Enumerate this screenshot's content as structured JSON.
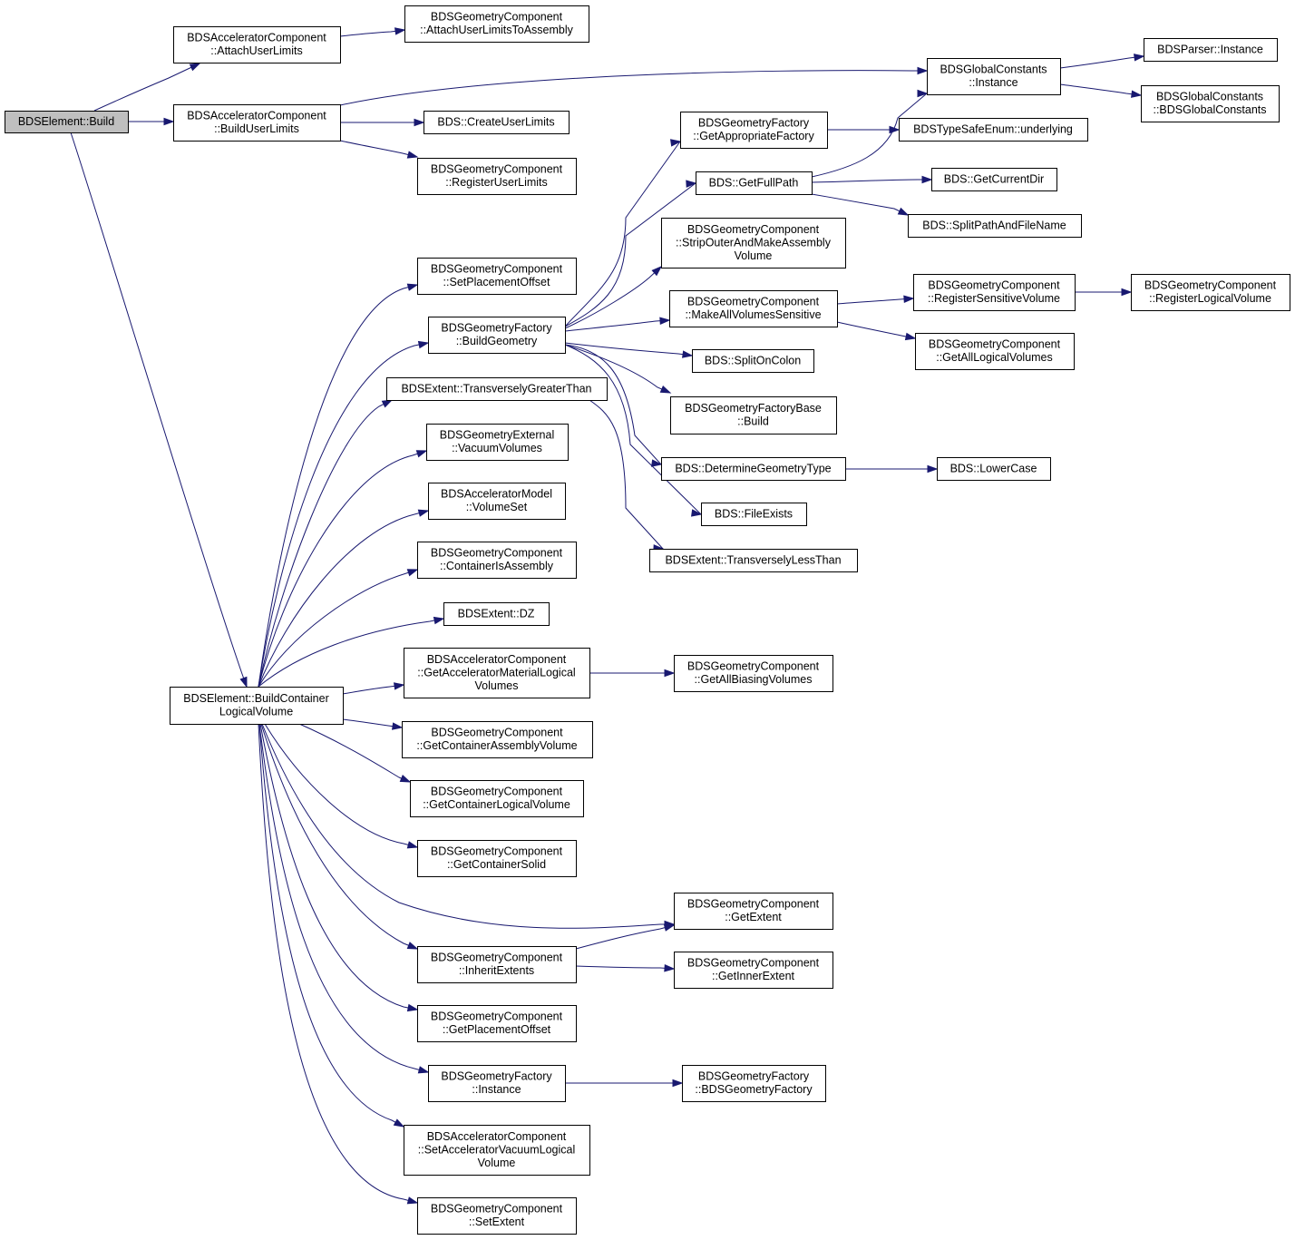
{
  "diagram": {
    "nodes": [
      {
        "id": "n0",
        "lines": [
          "BDSElement::Build"
        ],
        "root": true
      },
      {
        "id": "n1",
        "lines": [
          "BDSAcceleratorComponent",
          "::AttachUserLimits"
        ]
      },
      {
        "id": "n2",
        "lines": [
          "BDSAcceleratorComponent",
          "::BuildUserLimits"
        ]
      },
      {
        "id": "n3",
        "lines": [
          "BDSElement::BuildContainer",
          "LogicalVolume"
        ]
      },
      {
        "id": "n4",
        "lines": [
          "BDSGeometryComponent",
          "::AttachUserLimitsToAssembly"
        ]
      },
      {
        "id": "n5",
        "lines": [
          "BDSGlobalConstants",
          "::Instance"
        ]
      },
      {
        "id": "n6",
        "lines": [
          "BDS::CreateUserLimits"
        ]
      },
      {
        "id": "n7",
        "lines": [
          "BDSGeometryComponent",
          "::RegisterUserLimits"
        ]
      },
      {
        "id": "n8",
        "lines": [
          "BDSParser::Instance"
        ]
      },
      {
        "id": "n9",
        "lines": [
          "BDSGlobalConstants",
          "::BDSGlobalConstants"
        ]
      },
      {
        "id": "n10",
        "lines": [
          "BDSGeometryComponent",
          "::SetPlacementOffset"
        ]
      },
      {
        "id": "n11",
        "lines": [
          "BDSGeometryFactory",
          "::BuildGeometry"
        ]
      },
      {
        "id": "n12",
        "lines": [
          "BDSExtent::TransverselyGreaterThan"
        ]
      },
      {
        "id": "n13",
        "lines": [
          "BDSGeometryExternal",
          "::VacuumVolumes"
        ]
      },
      {
        "id": "n14",
        "lines": [
          "BDSAcceleratorModel",
          "::VolumeSet"
        ]
      },
      {
        "id": "n15",
        "lines": [
          "BDSGeometryComponent",
          "::ContainerIsAssembly"
        ]
      },
      {
        "id": "n16",
        "lines": [
          "BDSExtent::DZ"
        ]
      },
      {
        "id": "n17",
        "lines": [
          "BDSAcceleratorComponent",
          "::GetAcceleratorMaterialLogical",
          "Volumes"
        ]
      },
      {
        "id": "n18",
        "lines": [
          "BDSGeometryComponent",
          "::GetContainerAssemblyVolume"
        ]
      },
      {
        "id": "n19",
        "lines": [
          "BDSGeometryComponent",
          "::GetContainerLogicalVolume"
        ]
      },
      {
        "id": "n20",
        "lines": [
          "BDSGeometryComponent",
          "::GetContainerSolid"
        ]
      },
      {
        "id": "n21",
        "lines": [
          "BDSGeometryComponent",
          "::InheritExtents"
        ]
      },
      {
        "id": "n22",
        "lines": [
          "BDSGeometryComponent",
          "::GetPlacementOffset"
        ]
      },
      {
        "id": "n23",
        "lines": [
          "BDSGeometryFactory",
          "::Instance"
        ]
      },
      {
        "id": "n24",
        "lines": [
          "BDSAcceleratorComponent",
          "::SetAcceleratorVacuumLogical",
          "Volume"
        ]
      },
      {
        "id": "n25",
        "lines": [
          "BDSGeometryComponent",
          "::SetExtent"
        ]
      },
      {
        "id": "n26",
        "lines": [
          "BDSGeometryFactory",
          "::GetAppropriateFactory"
        ]
      },
      {
        "id": "n27",
        "lines": [
          "BDS::GetFullPath"
        ]
      },
      {
        "id": "n28",
        "lines": [
          "BDSGeometryComponent",
          "::StripOuterAndMakeAssembly",
          "Volume"
        ]
      },
      {
        "id": "n29",
        "lines": [
          "BDSGeometryComponent",
          "::MakeAllVolumesSensitive"
        ]
      },
      {
        "id": "n30",
        "lines": [
          "BDS::SplitOnColon"
        ]
      },
      {
        "id": "n31",
        "lines": [
          "BDSGeometryFactoryBase",
          "::Build"
        ]
      },
      {
        "id": "n32",
        "lines": [
          "BDS::DetermineGeometryType"
        ]
      },
      {
        "id": "n33",
        "lines": [
          "BDS::FileExists"
        ]
      },
      {
        "id": "n34",
        "lines": [
          "BDSExtent::TransverselyLessThan"
        ]
      },
      {
        "id": "n35",
        "lines": [
          "BDSTypeSafeEnum::underlying"
        ]
      },
      {
        "id": "n36",
        "lines": [
          "BDS::GetCurrentDir"
        ]
      },
      {
        "id": "n37",
        "lines": [
          "BDS::SplitPathAndFileName"
        ]
      },
      {
        "id": "n38",
        "lines": [
          "BDSGeometryComponent",
          "::RegisterSensitiveVolume"
        ]
      },
      {
        "id": "n39",
        "lines": [
          "BDSGeometryComponent",
          "::GetAllLogicalVolumes"
        ]
      },
      {
        "id": "n40",
        "lines": [
          "BDSGeometryComponent",
          "::RegisterLogicalVolume"
        ]
      },
      {
        "id": "n41",
        "lines": [
          "BDS::LowerCase"
        ]
      },
      {
        "id": "n42",
        "lines": [
          "BDSGeometryComponent",
          "::GetAllBiasingVolumes"
        ]
      },
      {
        "id": "n43",
        "lines": [
          "BDSGeometryComponent",
          "::GetExtent"
        ]
      },
      {
        "id": "n44",
        "lines": [
          "BDSGeometryComponent",
          "::GetInnerExtent"
        ]
      },
      {
        "id": "n45",
        "lines": [
          "BDSGeometryFactory",
          "::BDSGeometryFactory"
        ]
      }
    ],
    "edges": [
      [
        "n0",
        "n1"
      ],
      [
        "n0",
        "n2"
      ],
      [
        "n0",
        "n3"
      ],
      [
        "n1",
        "n4"
      ],
      [
        "n2",
        "n5"
      ],
      [
        "n2",
        "n6"
      ],
      [
        "n2",
        "n7"
      ],
      [
        "n5",
        "n8"
      ],
      [
        "n5",
        "n9"
      ],
      [
        "n3",
        "n10"
      ],
      [
        "n3",
        "n11"
      ],
      [
        "n3",
        "n12"
      ],
      [
        "n3",
        "n13"
      ],
      [
        "n3",
        "n14"
      ],
      [
        "n3",
        "n15"
      ],
      [
        "n3",
        "n16"
      ],
      [
        "n3",
        "n17"
      ],
      [
        "n3",
        "n18"
      ],
      [
        "n3",
        "n19"
      ],
      [
        "n3",
        "n20"
      ],
      [
        "n3",
        "n43"
      ],
      [
        "n3",
        "n21"
      ],
      [
        "n3",
        "n22"
      ],
      [
        "n3",
        "n23"
      ],
      [
        "n3",
        "n24"
      ],
      [
        "n3",
        "n25"
      ],
      [
        "n11",
        "n26"
      ],
      [
        "n11",
        "n27"
      ],
      [
        "n11",
        "n28"
      ],
      [
        "n11",
        "n29"
      ],
      [
        "n11",
        "n30"
      ],
      [
        "n11",
        "n31"
      ],
      [
        "n11",
        "n32"
      ],
      [
        "n11",
        "n33"
      ],
      [
        "n12",
        "n34"
      ],
      [
        "n26",
        "n35"
      ],
      [
        "n27",
        "n5"
      ],
      [
        "n27",
        "n36"
      ],
      [
        "n27",
        "n37"
      ],
      [
        "n29",
        "n38"
      ],
      [
        "n29",
        "n39"
      ],
      [
        "n38",
        "n40"
      ],
      [
        "n32",
        "n41"
      ],
      [
        "n17",
        "n42"
      ],
      [
        "n21",
        "n43"
      ],
      [
        "n21",
        "n44"
      ],
      [
        "n23",
        "n45"
      ]
    ]
  }
}
